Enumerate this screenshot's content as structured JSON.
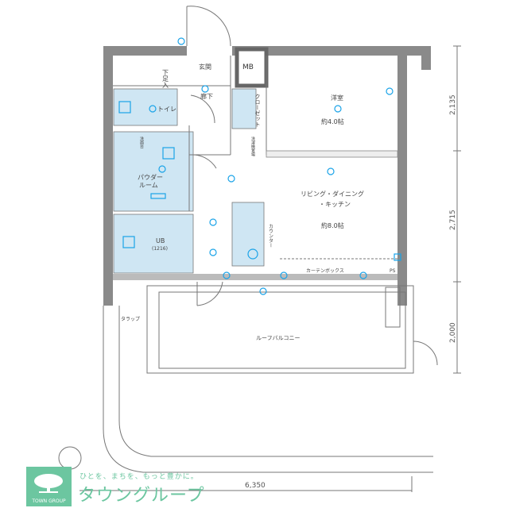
{
  "rooms": {
    "shoe_storage": "下足入",
    "entrance": "玄関",
    "mb": "MB",
    "corridor": "廊下",
    "toilet": "トイレ",
    "closet": "クローゼット",
    "laundry": "洗濯機置場",
    "vanity": "洗面台",
    "powder_room_1": "パウダー",
    "powder_room_2": "ルーム",
    "bath": "UB",
    "bath_size": "(1216)",
    "western_room": "洋室",
    "western_room_size": "約4.0帖",
    "ldk_1": "リビング・ダイニング",
    "ldk_2": "・キッチン",
    "ldk_size": "約8.0帖",
    "curtain_box": "カーテンボックス",
    "counter": "カウンター",
    "ps": "PS",
    "balcony": "ルーフバルコニー",
    "ladder": "タラップ"
  },
  "dimensions": {
    "right_top": "2,135",
    "right_middle": "2,715",
    "right_bottom": "2,000",
    "bottom_width": "6,350"
  },
  "logo": {
    "tagline": "ひとを、まちを、もっと豊かに。",
    "name_jp": "タウングループ",
    "name_en": "TOWN GROUP"
  },
  "colors": {
    "equipment": "#1aa3e8",
    "wet_area": "#cfe6f3",
    "brand": "#6cc6a0"
  }
}
